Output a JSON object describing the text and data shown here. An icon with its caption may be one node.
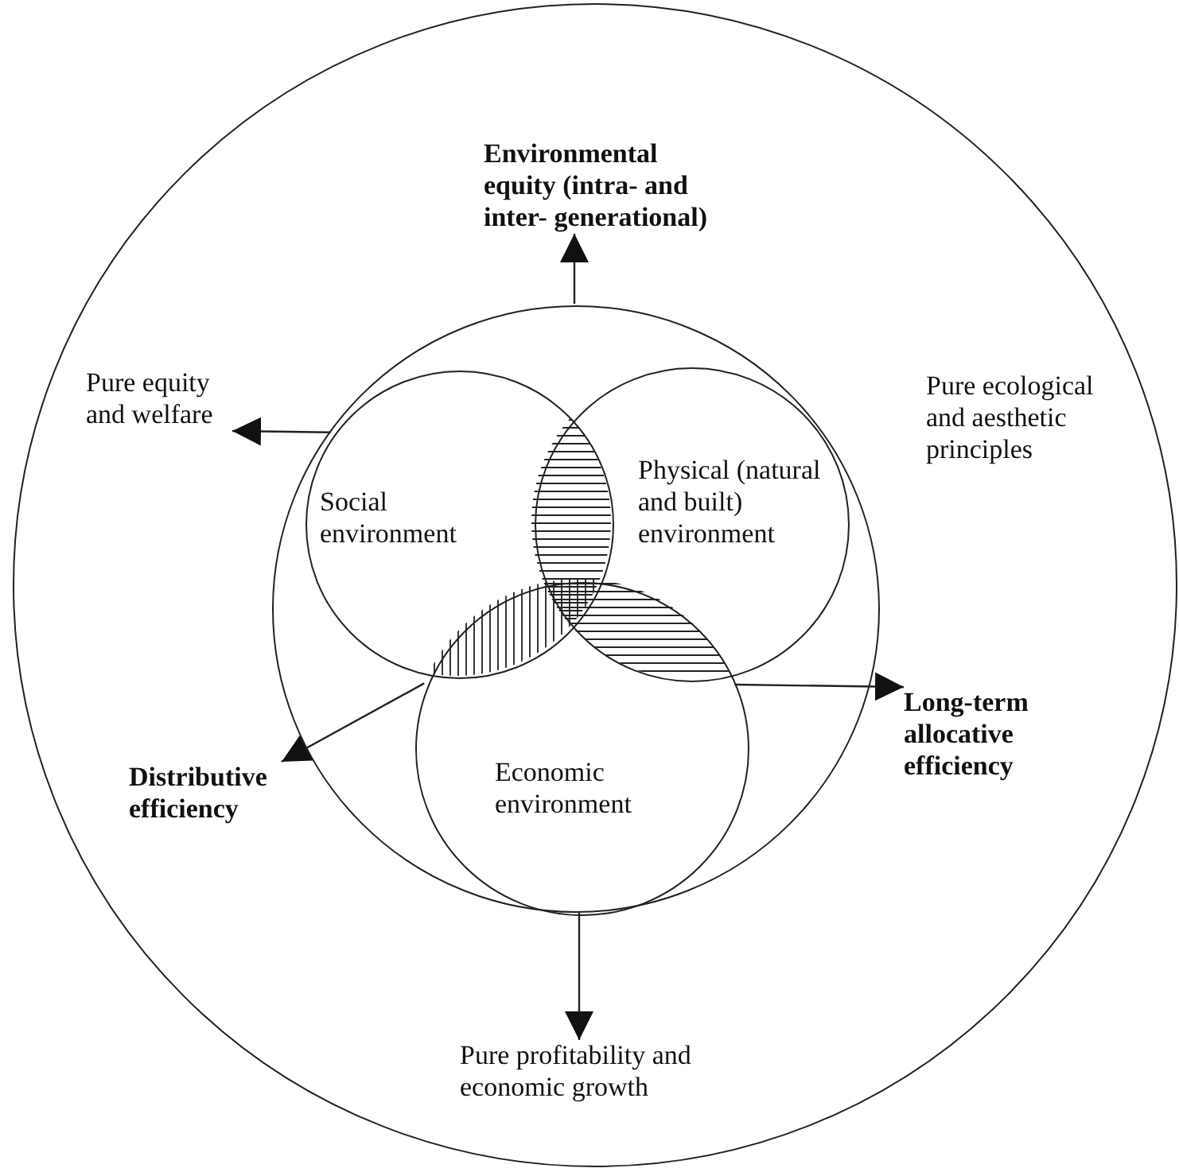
{
  "diagram": {
    "nodes": [
      {
        "text": [],
        "shape": "circle"
      },
      {
        "text": [],
        "shape": "circle",
        "in": 0
      },
      {
        "text": [
          "Social environment"
        ],
        "in": 1
      },
      {
        "text": [
          "Physical (natural and built) environment"
        ],
        "in": 1
      },
      {
        "text": [
          "Economic environment"
        ],
        "in": 1
      },
      {
        "text": [
          "Environmental equity (intra- and inter- generational)"
        ],
        "in": 0
      },
      {
        "text": [
          "Pure equity and welfare"
        ],
        "in": 0
      },
      {
        "text": [
          "Distributive efficiency"
        ],
        "in": 0
      },
      {
        "text": [
          "Long-term allocative efficiency"
        ],
        "in": 0
      },
      {
        "text": [
          "Pure profitability and economic growth"
        ],
        "in": 0
      }
    ],
    "edges": [
      {
        "from": 1,
        "to": 5,
        "arrow": "to"
      },
      {
        "from": 2,
        "to": 6,
        "arrow": "to"
      },
      {
        "from": 4,
        "to": 7,
        "arrow": "to"
      },
      {
        "from": 4,
        "to": 8,
        "arrow": "to"
      },
      {
        "from": 4,
        "to": 9,
        "arrow": "to"
      }
    ],
    "labels": [
      "Pure ecological and aesthetic principles"
    ]
  }
}
